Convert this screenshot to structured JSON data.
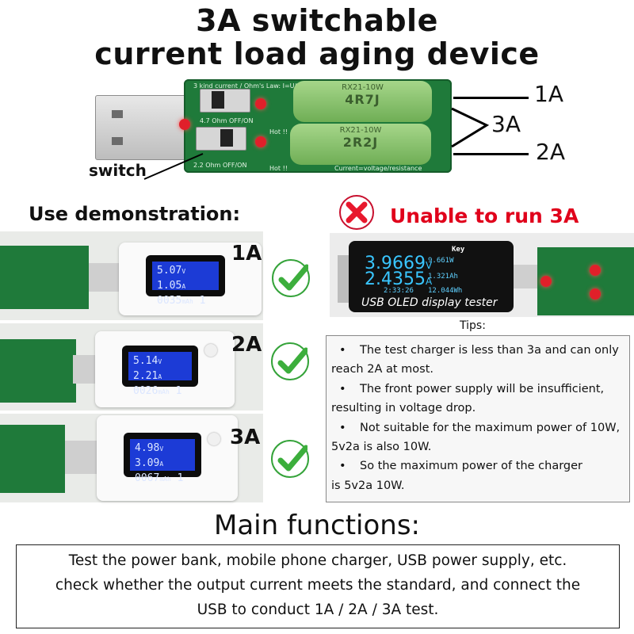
{
  "header": {
    "title_line1": "3A switchable",
    "title_line2": "current load aging device"
  },
  "product": {
    "pcb_top_text": "3 kind current / Ohm's Law: I=U/R",
    "switch1_label": "4.7 Ohm OFF/ON",
    "switch2_label": "2.2 Ohm OFF/ON",
    "hot_label": "Hot !!",
    "resistor1": {
      "model": "RX21-10W",
      "value": "4R7J"
    },
    "resistor2": {
      "model": "RX21-10W",
      "value": "2R2J"
    },
    "bottom_text": "Current=voltage/resistance",
    "side_text": "Current=voltage/resistance",
    "switch_callout": "switch",
    "current_labels": {
      "top": "1A",
      "middle": "3A",
      "bottom": "2A"
    }
  },
  "demo": {
    "heading": "Use demonstration:",
    "rows": [
      {
        "amp": "1A",
        "line1_v": "5.07",
        "line1_a": "1.05",
        "line2": "0035",
        "line2_r": "1",
        "status": "check-icon"
      },
      {
        "amp": "2A",
        "line1_v": "5.14",
        "line1_a": "2.21",
        "line2": "0026",
        "line2_r": "1",
        "status": "check-icon"
      },
      {
        "amp": "3A",
        "line1_v": "4.98",
        "line1_a": "3.09",
        "line2": "0067",
        "line2_r": "1",
        "status": "check-icon"
      }
    ]
  },
  "unable": {
    "icon": "x-circle-icon",
    "text": "Unable to run 3A",
    "tester": {
      "key_label": "Key",
      "voltage": "3.9669",
      "voltage_unit": "V",
      "power": "9.661W",
      "current": "2.4355",
      "current_unit": "A",
      "capacity": "1.321Ah",
      "time": "2:33:26",
      "energy": "12.044Wh",
      "caption": "USB OLED display tester"
    }
  },
  "tips": {
    "title": "Tips:",
    "items": [
      {
        "first": "The test charger is less than 3a and can only",
        "rest": "reach 2A at most."
      },
      {
        "first": "The front power supply will be insufficient,",
        "rest": "resulting in voltage drop."
      },
      {
        "first": "Not suitable for the maximum power of 10W,",
        "rest": "5v2a is also 10W."
      },
      {
        "first": "So the maximum power of the charger",
        "rest": "is 5v2a 10W."
      }
    ]
  },
  "main_functions": {
    "title": "Main functions:",
    "lines": [
      "Test the power bank, mobile phone charger, USB power supply, etc.",
      "check whether the output current meets the standard, and connect the",
      "USB to conduct 1A / 2A / 3A test."
    ]
  },
  "colors": {
    "pcb_green": "#1f7a3a",
    "lcd_blue": "#1c3bd6",
    "oled_cyan": "#39c6ff",
    "check_green": "#35a33a",
    "error_red": "#e0001b"
  }
}
